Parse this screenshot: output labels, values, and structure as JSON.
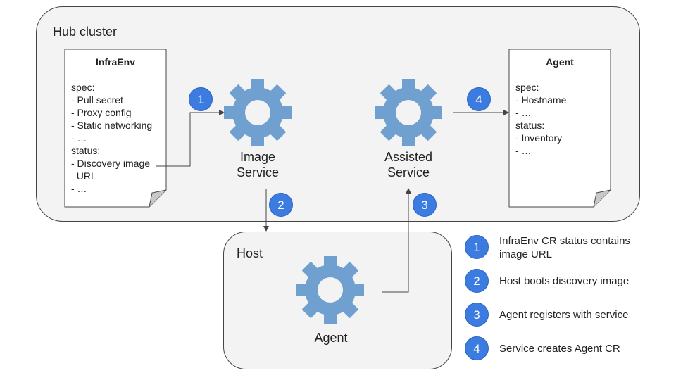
{
  "hub": {
    "label": "Hub cluster"
  },
  "host": {
    "label": "Host"
  },
  "infraenv": {
    "title": "InfraEnv",
    "lines": [
      "spec:",
      "- Pull secret",
      "- Proxy config",
      "- Static networking",
      "- …",
      "status:",
      "- Discovery image",
      "  URL",
      "- …"
    ]
  },
  "agent_doc": {
    "title": "Agent",
    "lines": [
      "spec:",
      "- Hostname",
      "- …",
      "status:",
      "- Inventory",
      "- …"
    ]
  },
  "gears": {
    "image_service": {
      "line1": "Image",
      "line2": "Service"
    },
    "assisted_service": {
      "line1": "Assisted",
      "line2": "Service"
    },
    "agent": {
      "label": "Agent"
    }
  },
  "markers": [
    "1",
    "2",
    "3",
    "4"
  ],
  "legend": [
    {
      "num": "1",
      "text1": "InfraEnv CR status contains",
      "text2": "image URL"
    },
    {
      "num": "2",
      "text1": "Host boots discovery image",
      "text2": ""
    },
    {
      "num": "3",
      "text1": "Agent registers with service",
      "text2": ""
    },
    {
      "num": "4",
      "text1": "Service creates Agent CR",
      "text2": ""
    }
  ],
  "colors": {
    "gear": "#6fa0cf",
    "marker": "#3c7ce0",
    "panel": "#f3f3f3"
  }
}
